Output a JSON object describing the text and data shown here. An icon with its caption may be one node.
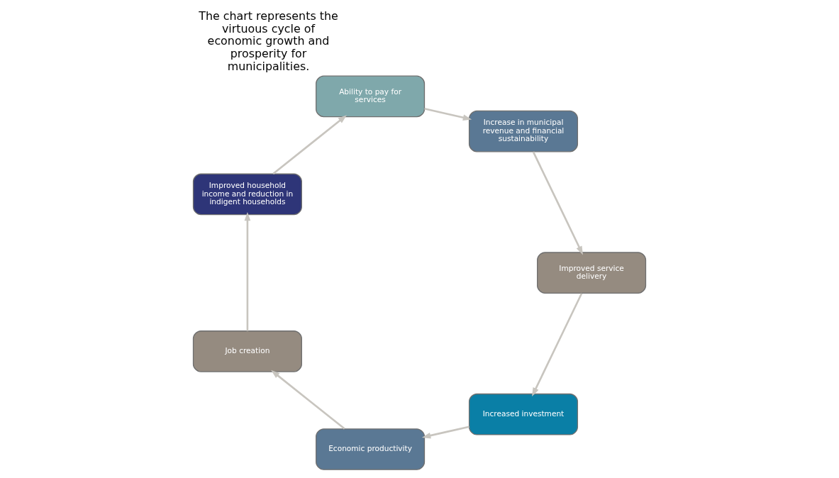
{
  "diagram": {
    "title": "The chart represents the virtuous cycle of economic growth and prosperity for municipalities.",
    "nodes": [
      {
        "text": [
          "Increased investment"
        ]
      },
      {
        "text": [
          "Economic productivity"
        ]
      },
      {
        "text": [
          "Job creation"
        ]
      },
      {
        "text": [
          "Improved household income and reduction in indigent households"
        ]
      },
      {
        "text": [
          "Ability to pay for services"
        ]
      },
      {
        "text": [
          "Increase in municipal revenue and financial sustainability"
        ]
      },
      {
        "text": [
          "Improved service delivery"
        ]
      }
    ],
    "edges": [
      {
        "from": 0,
        "to": 1,
        "arrow": "to"
      },
      {
        "from": 1,
        "to": 2,
        "arrow": "to"
      },
      {
        "from": 2,
        "to": 3,
        "arrow": "to"
      },
      {
        "from": 3,
        "to": 4,
        "arrow": "to"
      },
      {
        "from": 4,
        "to": 5,
        "arrow": "to"
      },
      {
        "from": 5,
        "to": 6,
        "arrow": "to"
      },
      {
        "from": 6,
        "to": 0,
        "arrow": "to"
      }
    ]
  }
}
